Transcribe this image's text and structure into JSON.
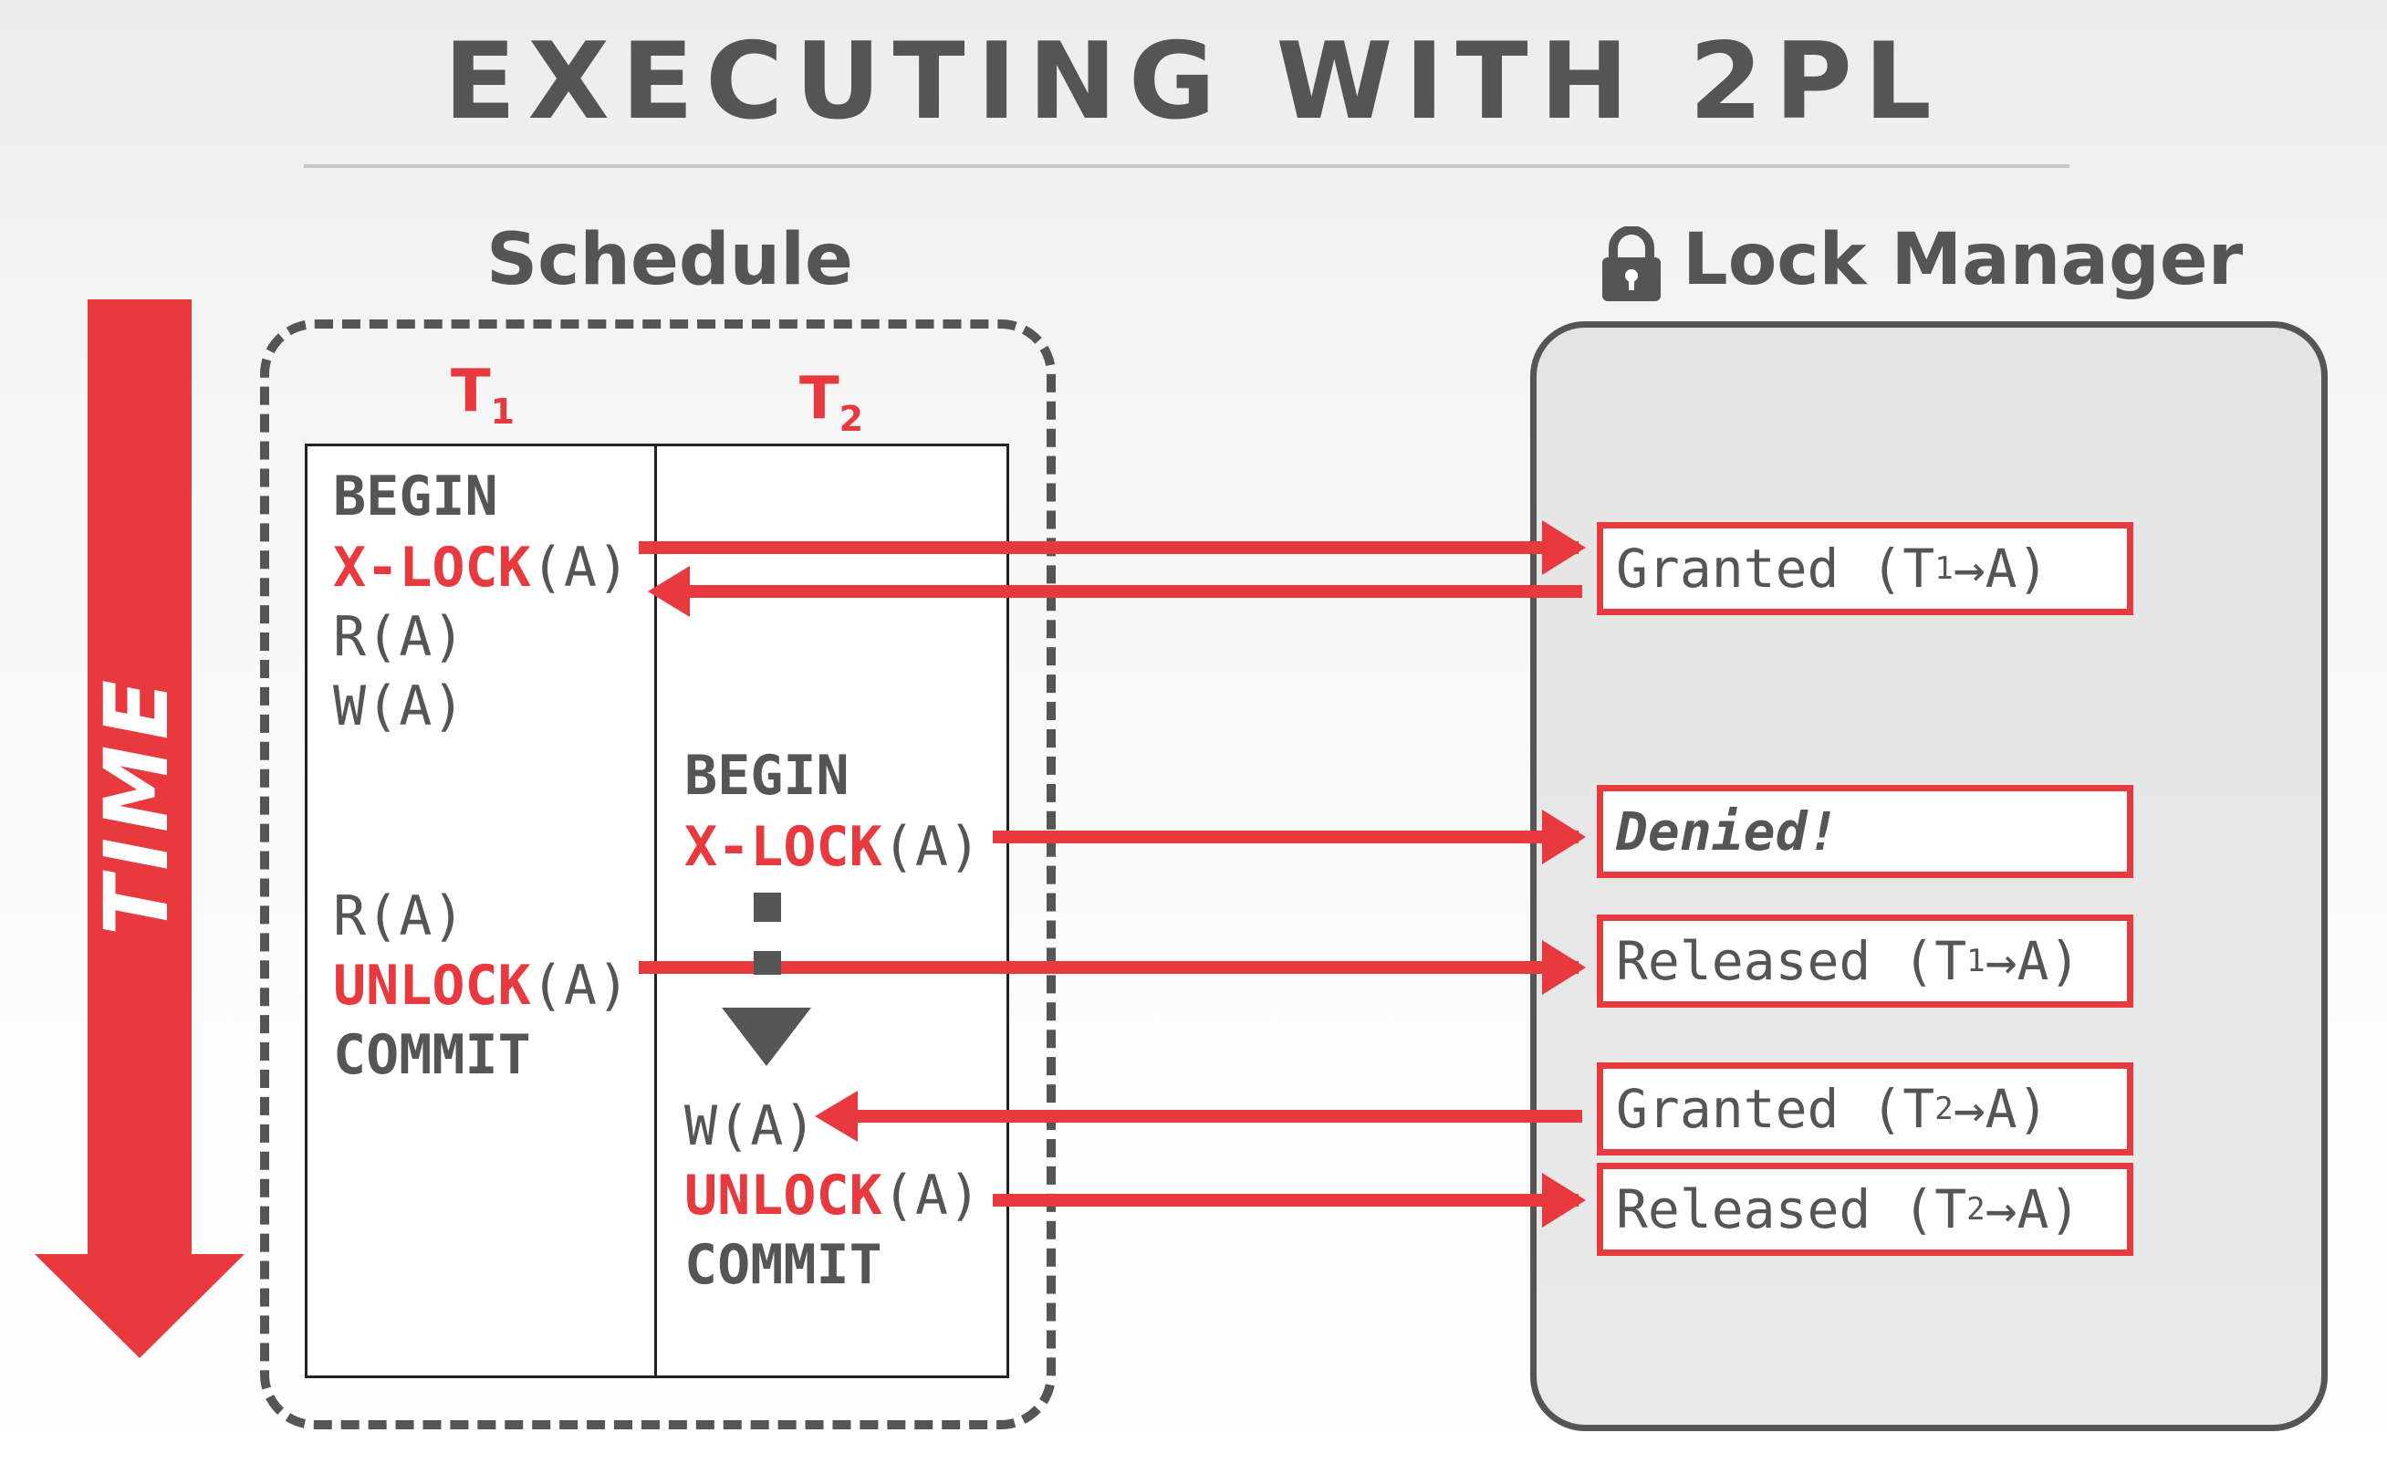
{
  "title": "EXECUTING WITH 2PL",
  "schedule": {
    "title": "Schedule",
    "t1": {
      "label": "T",
      "sub": "1"
    },
    "t2": {
      "label": "T",
      "sub": "2"
    },
    "t1_ops": {
      "begin": "BEGIN",
      "xlock_kw": "X-LOCK",
      "xlock_arg": "(A)",
      "read1": "R(A)",
      "write1": "W(A)",
      "read2": "R(A)",
      "unlock_kw": "UNLOCK",
      "unlock_arg": "(A)",
      "commit": "COMMIT"
    },
    "t2_ops": {
      "begin": "BEGIN",
      "xlock_kw": "X-LOCK",
      "xlock_arg": "(A)",
      "write": "W(A)",
      "unlock_kw": "UNLOCK",
      "unlock_arg": "(A)",
      "commit": "COMMIT"
    }
  },
  "time_label": "TIME",
  "lock_manager": {
    "title": "Lock Manager",
    "icon": "lock-icon",
    "messages": [
      {
        "pre": "Granted (T",
        "sub": "1",
        "post": "→A)"
      },
      {
        "text": "Denied!"
      },
      {
        "pre": "Released (T",
        "sub": "1",
        "post": "→A)"
      },
      {
        "pre": "Granted (T",
        "sub": "2",
        "post": "→A)"
      },
      {
        "pre": "Released (T",
        "sub": "2",
        "post": "→A)"
      }
    ]
  },
  "colors": {
    "accent": "#e8393f",
    "text": "#555555",
    "box": "#555555"
  }
}
